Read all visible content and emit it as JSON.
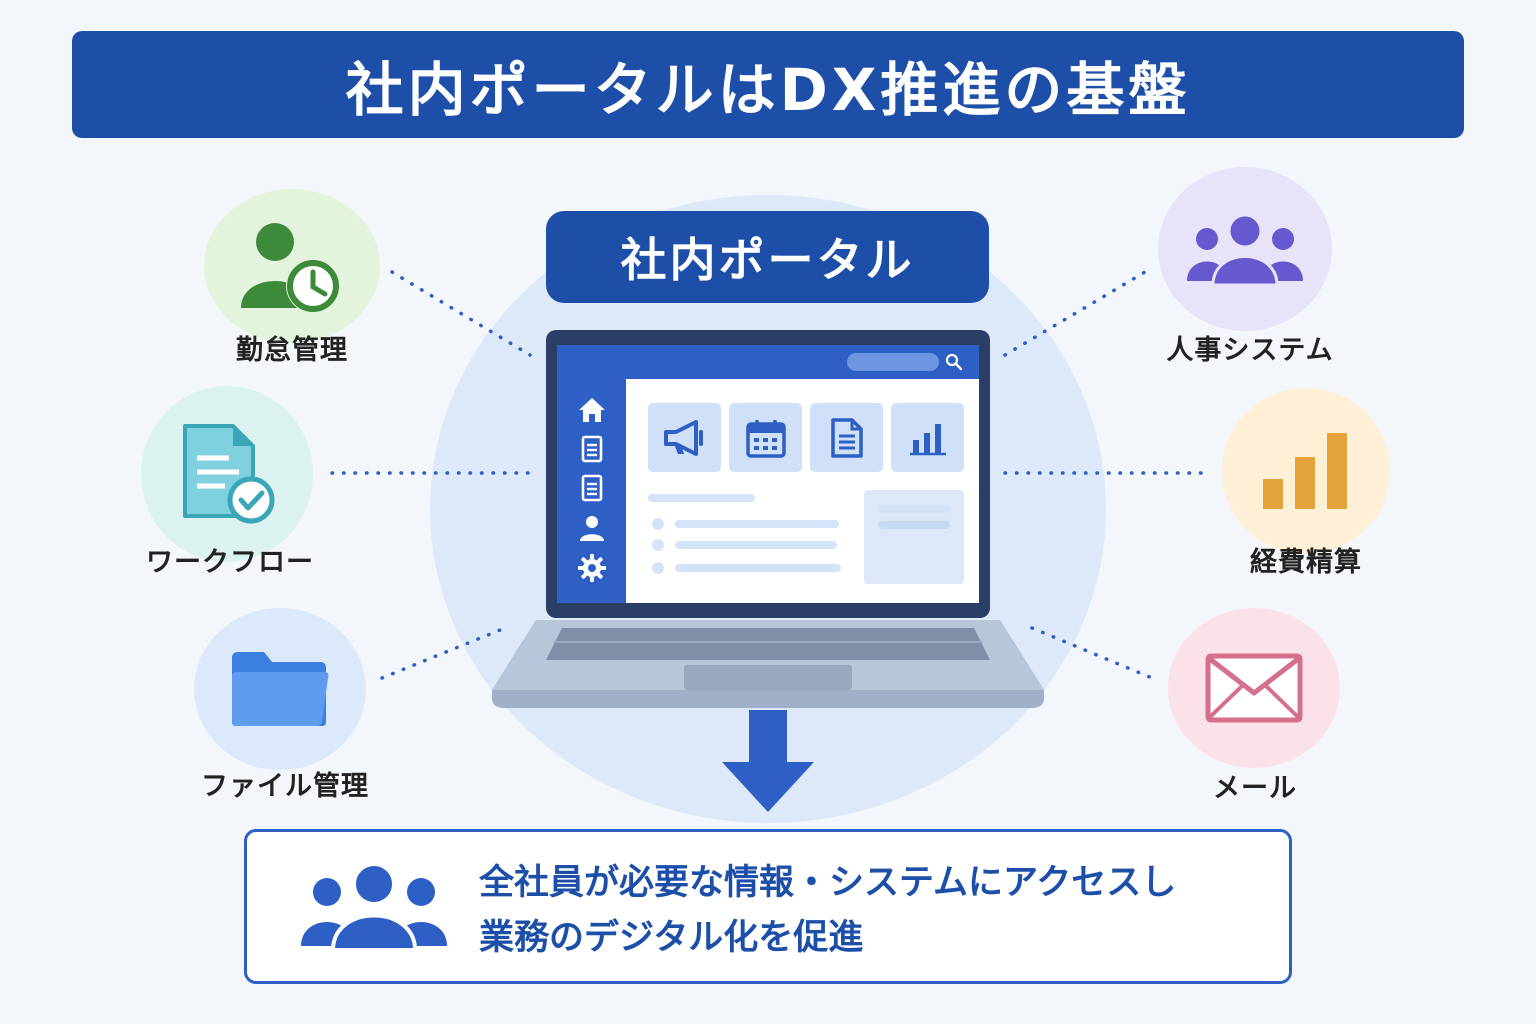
{
  "title": "社内ポータルはDX推進の基盤",
  "center": {
    "label": "社内ポータル"
  },
  "nodes": {
    "attendance": {
      "label": "勤怠管理",
      "icon": "person-clock-icon",
      "color": "#3d8a3a",
      "bg": "#e3f3dc"
    },
    "workflow": {
      "label": "ワークフロー",
      "icon": "document-check-icon",
      "color": "#3aa6b8",
      "bg": "#dcf2f1"
    },
    "files": {
      "label": "ファイル管理",
      "icon": "folder-icon",
      "color": "#3b7fe0",
      "bg": "#dce9fb"
    },
    "hr": {
      "label": "人事システム",
      "icon": "people-icon",
      "color": "#6659d0",
      "bg": "#e7e3f8"
    },
    "expense": {
      "label": "経費精算",
      "icon": "bar-chart-icon",
      "color": "#e4a23a",
      "bg": "#fdf0d6"
    },
    "mail": {
      "label": "メール",
      "icon": "envelope-icon",
      "color": "#d4708c",
      "bg": "#fbe2e8"
    }
  },
  "bottom": {
    "line1": "全社員が必要な情報・システムにアクセスし",
    "line2": "業務のデジタル化を促進"
  },
  "colors": {
    "primary": "#1d4fa8",
    "accent": "#2d5fc4",
    "background": "#f3f6fa"
  }
}
